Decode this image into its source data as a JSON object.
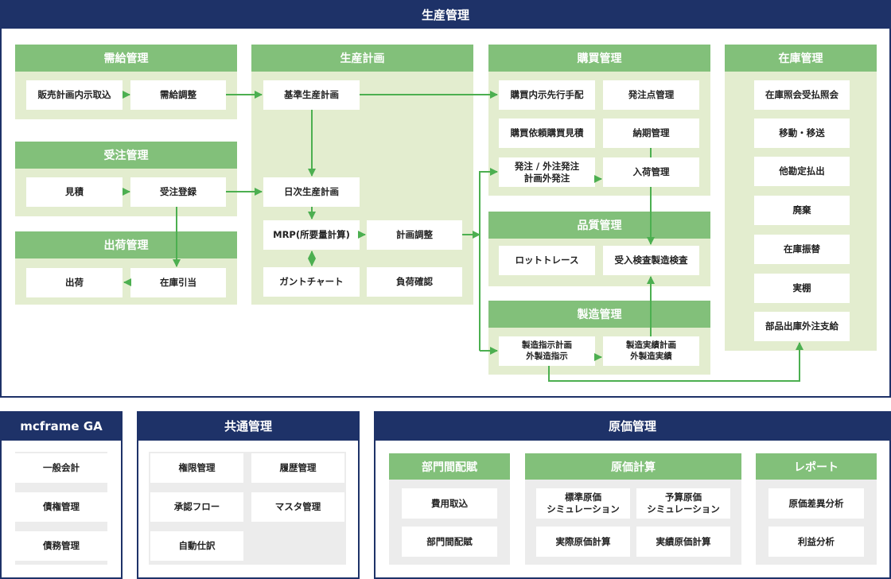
{
  "top": {
    "title": "生産管理",
    "sections": {
      "demand": {
        "title": "需給管理",
        "items": [
          "販売計画内示取込",
          "需給調整"
        ]
      },
      "order": {
        "title": "受注管理",
        "items": [
          "見積",
          "受注登録"
        ]
      },
      "shipping": {
        "title": "出荷管理",
        "items": [
          "出荷",
          "在庫引当"
        ]
      },
      "planning": {
        "title": "生産計画",
        "items": [
          "基準生産計画",
          "日次生産計画",
          "MRP(所要量計算)",
          "計画調整",
          "ガントチャート",
          "負荷確認"
        ]
      },
      "purchasing": {
        "title": "購買管理",
        "items": [
          "購買内示先行手配",
          "発注点管理",
          "購買依頼購買見積",
          "納期管理",
          "発注 / 外注発注\n計画外発注",
          "入荷管理"
        ]
      },
      "quality": {
        "title": "品質管理",
        "items": [
          "ロットトレース",
          "受入検査製造検査"
        ]
      },
      "manufacturing": {
        "title": "製造管理",
        "items": [
          "製造指示計画\n外製造指示",
          "製造実績計画\n外製造実績"
        ]
      },
      "inventory": {
        "title": "在庫管理",
        "items": [
          "在庫照会受払照会",
          "移動・移送",
          "他勘定払出",
          "廃棄",
          "在庫振替",
          "実棚",
          "部品出庫外注支給"
        ]
      }
    }
  },
  "ga": {
    "title": "mcframe GA",
    "items": [
      "一般会計",
      "債権管理",
      "債務管理"
    ]
  },
  "common": {
    "title": "共通管理",
    "items": [
      "権限管理",
      "履歴管理",
      "承認フロー",
      "マスタ管理",
      "自動仕訳"
    ]
  },
  "cost": {
    "title": "原価管理",
    "sections": {
      "dept": {
        "title": "部門間配賦",
        "items": [
          "費用取込",
          "部門間配賦"
        ]
      },
      "calc": {
        "title": "原価計算",
        "items": [
          "標準原価\nシミュレーション",
          "予算原価\nシミュレーション",
          "実際原価計算",
          "実績原価計算"
        ]
      },
      "report": {
        "title": "レポート",
        "items": [
          "原価差異分析",
          "利益分析"
        ]
      }
    }
  },
  "colors": {
    "navy": "#1e3268",
    "green_header": "#82c07a",
    "green_panel": "#e3edcf",
    "arrow": "#4caf50",
    "gray_panel": "#ececec"
  }
}
